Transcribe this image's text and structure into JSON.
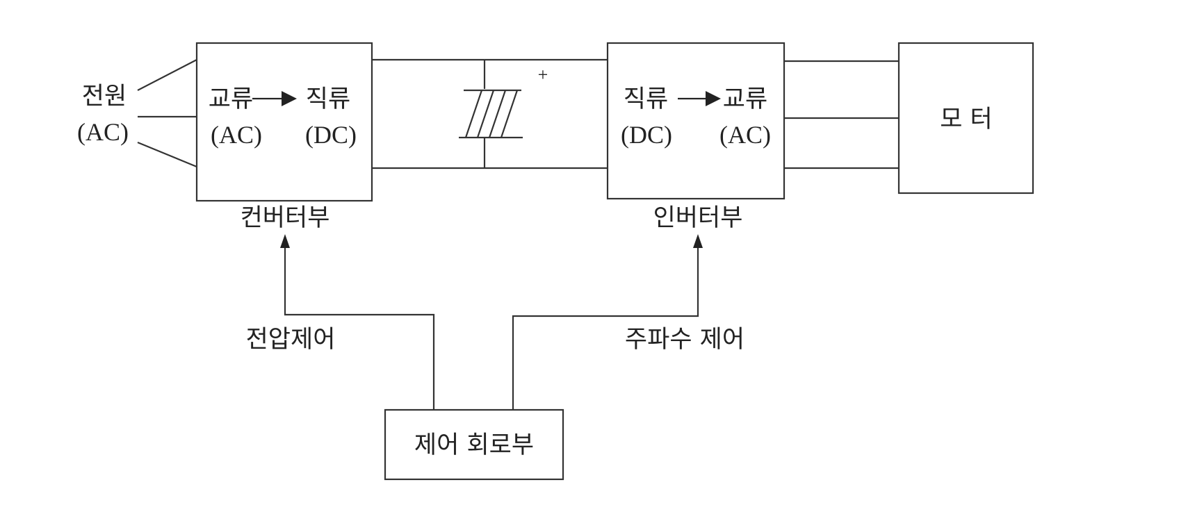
{
  "power_source": {
    "label": "전원",
    "sublabel": "(AC)"
  },
  "converter": {
    "left_label": "교류",
    "left_sub": "(AC)",
    "right_label": "직류",
    "right_sub": "(DC)",
    "caption": "컨버터부"
  },
  "capacitor": {
    "polarity": "+"
  },
  "inverter": {
    "left_label": "직류",
    "left_sub": "(DC)",
    "right_label": "교류",
    "right_sub": "(AC)",
    "caption": "인버터부"
  },
  "motor": {
    "label": "모 터"
  },
  "control": {
    "label": "제어 회로부",
    "voltage_label": "전압제어",
    "frequency_label": "주파수 제어"
  }
}
